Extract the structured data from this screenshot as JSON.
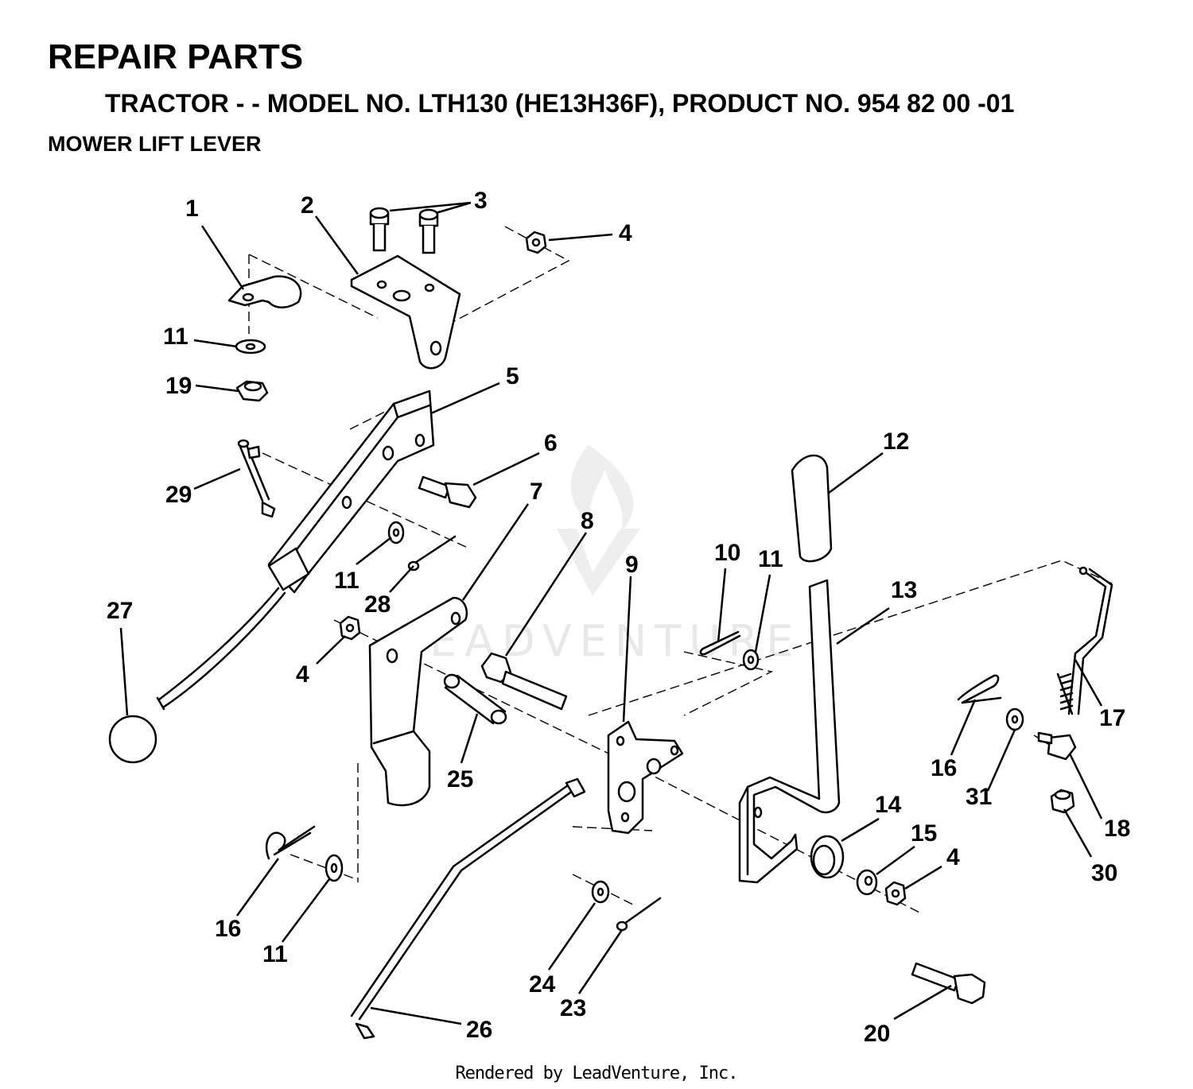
{
  "header": {
    "title": "REPAIR PARTS",
    "subtitle": "TRACTOR - - MODEL NO. LTH130 (HE13H36F),  PRODUCT NO. 954 82 00 -01",
    "section": "MOWER LIFT LEVER"
  },
  "watermark": {
    "text": "LEADVENTURE"
  },
  "footer": {
    "text": "Rendered by LeadVenture, Inc."
  },
  "callouts": [
    {
      "id": "c1",
      "label": "1"
    },
    {
      "id": "c2",
      "label": "2"
    },
    {
      "id": "c3",
      "label": "3"
    },
    {
      "id": "c4a",
      "label": "4"
    },
    {
      "id": "c5",
      "label": "5"
    },
    {
      "id": "c6",
      "label": "6"
    },
    {
      "id": "c7",
      "label": "7"
    },
    {
      "id": "c8",
      "label": "8"
    },
    {
      "id": "c9",
      "label": "9"
    },
    {
      "id": "c10",
      "label": "10"
    },
    {
      "id": "c11a",
      "label": "11"
    },
    {
      "id": "c11b",
      "label": "11"
    },
    {
      "id": "c11c",
      "label": "11"
    },
    {
      "id": "c11d",
      "label": "11"
    },
    {
      "id": "c12",
      "label": "12"
    },
    {
      "id": "c13",
      "label": "13"
    },
    {
      "id": "c14",
      "label": "14"
    },
    {
      "id": "c15",
      "label": "15"
    },
    {
      "id": "c4b",
      "label": "4"
    },
    {
      "id": "c4c",
      "label": "4"
    },
    {
      "id": "c16a",
      "label": "16"
    },
    {
      "id": "c16b",
      "label": "16"
    },
    {
      "id": "c17",
      "label": "17"
    },
    {
      "id": "c18",
      "label": "18"
    },
    {
      "id": "c19",
      "label": "19"
    },
    {
      "id": "c20",
      "label": "20"
    },
    {
      "id": "c23",
      "label": "23"
    },
    {
      "id": "c24",
      "label": "24"
    },
    {
      "id": "c25",
      "label": "25"
    },
    {
      "id": "c26",
      "label": "26"
    },
    {
      "id": "c27",
      "label": "27"
    },
    {
      "id": "c28",
      "label": "28"
    },
    {
      "id": "c29",
      "label": "29"
    },
    {
      "id": "c30",
      "label": "30"
    },
    {
      "id": "c31",
      "label": "31"
    }
  ]
}
